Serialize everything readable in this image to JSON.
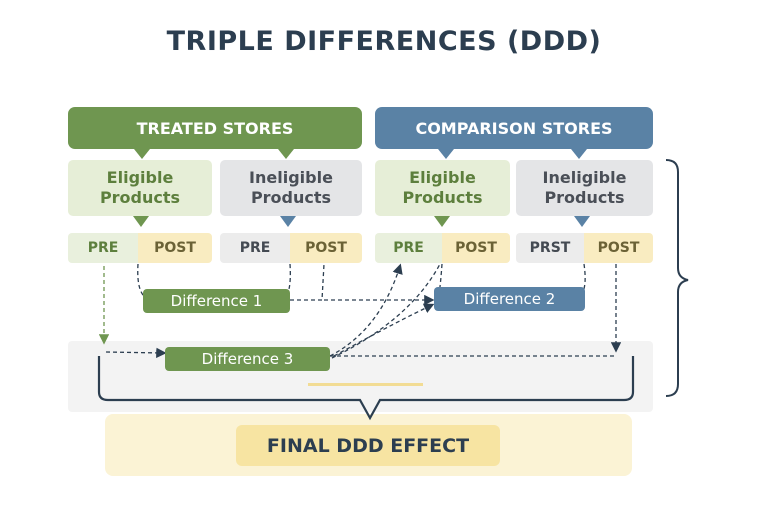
{
  "title": "TRIPLE DIFFERENCES (DDD)",
  "groups": {
    "treated": "TREATED STORES",
    "comparison": "COMPARISON STORES"
  },
  "products": {
    "treated_eligible": "Eligible\nProducts",
    "treated_ineligible": "Ineligible\nProducts",
    "comparison_eligible": "Eligible\nProducts",
    "comparison_ineligible": "Ineligible\nProducts"
  },
  "periods": {
    "te_pre": "PRE",
    "te_post": "POST",
    "ti_pre": "PRE",
    "ti_post": "POST",
    "ce_pre": "PRE",
    "ce_post": "POST",
    "ci_pre": "PRST",
    "ci_post": "POST"
  },
  "differences": {
    "d1": "Difference 1",
    "d2": "Difference 2",
    "d3": "Difference 3"
  },
  "final": "FINAL DDD EFFECT",
  "colors": {
    "green": "#6f9650",
    "blue": "#5a82a5",
    "navy": "#2c3e50"
  }
}
